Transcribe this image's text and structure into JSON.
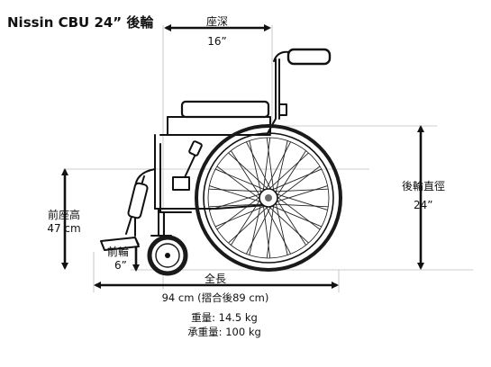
{
  "title": "Nissin CBU 24”  後輪",
  "labels": {
    "seat_depth": {
      "name": "座深",
      "value": "16”"
    },
    "rear_wheel": {
      "name": "後輪直徑",
      "value": "24”"
    },
    "front_seat_height": {
      "name": "前座高",
      "value": "47 cm"
    },
    "front_wheel": {
      "name": "前輪",
      "value": "6”"
    },
    "total_length": {
      "name": "全長",
      "value": "94 cm (摺合後89 cm)"
    },
    "weight": "重量: 14.5 kg",
    "load_capacity": "承重量: 100 kg"
  },
  "colors": {
    "line": "#111111",
    "guide": "#bdbdbd",
    "tire": "#1a1a1a",
    "accent": "#6a6a6a"
  }
}
